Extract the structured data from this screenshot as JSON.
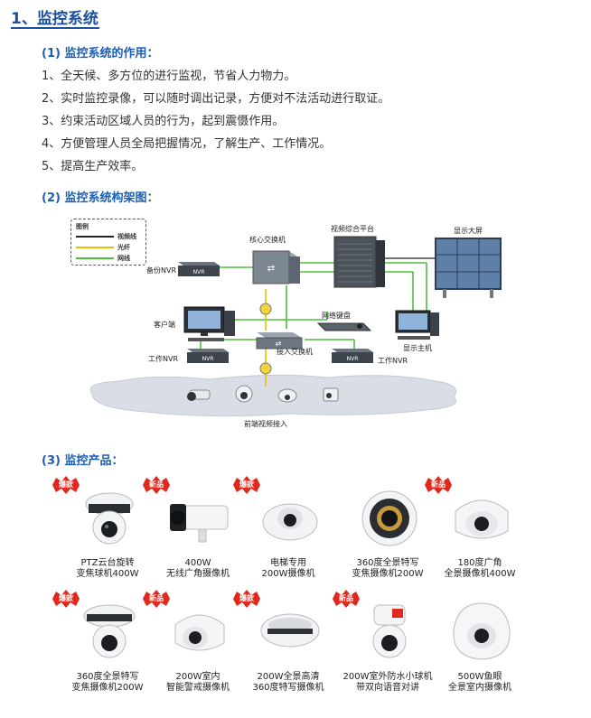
{
  "heading": "1、监控系统",
  "section1": {
    "title": "(1) 监控系统的作用：",
    "items": [
      "1、全天候、多方位的进行监视，节省人力物力。",
      "2、实时监控录像，可以随时调出记录，方便对不法活动进行取证。",
      "3、约束活动区域人员的行为，起到震慑作用。",
      "4、方便管理人员全局把握情况，了解生产、工作情况。",
      "5、提高生产效率。"
    ]
  },
  "section2": {
    "title": "(2) 监控系统构架图：",
    "diagram": {
      "legend_title": "图例",
      "legend_items": [
        "视频线",
        "光纤",
        "网线"
      ],
      "labels": {
        "core_switch": "核心交换机",
        "platform": "视频综合平台",
        "big_screen": "显示大屏",
        "backup_nvr": "备份NVR",
        "client": "客户端",
        "network_keyboard": "网络键盘",
        "display_host": "显示主机",
        "work_nvr_left": "工作NVR",
        "access_switch": "接入交换机",
        "work_nvr_right": "工作NVR",
        "front_end": "前端视频接入",
        "nvr_box": "NVR"
      }
    }
  },
  "section3": {
    "title": "(3) 监控产品：",
    "products": [
      {
        "badge": "爆款",
        "line1": "PTZ云台旋转",
        "line2": "变焦球机400W"
      },
      {
        "badge": "新品",
        "line1": "400W",
        "line2": "无线广角摄像机"
      },
      {
        "badge": "爆款",
        "line1": "电梯专用",
        "line2": "200W摄像机"
      },
      {
        "badge": "",
        "line1": "360度全景特写",
        "line2": "变焦摄像机200W"
      },
      {
        "badge": "新品",
        "line1": "180度广角",
        "line2": "全景摄像机400W"
      },
      {
        "badge": "爆款",
        "line1": "360度全景特写",
        "line2": "变焦摄像机200W"
      },
      {
        "badge": "新品",
        "line1": "200W室内",
        "line2": "智能警戒摄像机"
      },
      {
        "badge": "爆款",
        "line1": "200W全景高清",
        "line2": "360度特写摄像机"
      },
      {
        "badge": "新品",
        "line1": "200W室外防水小球机",
        "line2": "带双向语音对讲"
      },
      {
        "badge": "",
        "line1": "500W鱼眼",
        "line2": "全景室内摄像机"
      }
    ]
  },
  "colors": {
    "heading": "#1a4f9c",
    "subheading": "#1a5fb4",
    "badge_red": "#e0281c",
    "video_line": "#222222",
    "fiber_line": "#e8c200",
    "network_line": "#4cbf3a"
  }
}
